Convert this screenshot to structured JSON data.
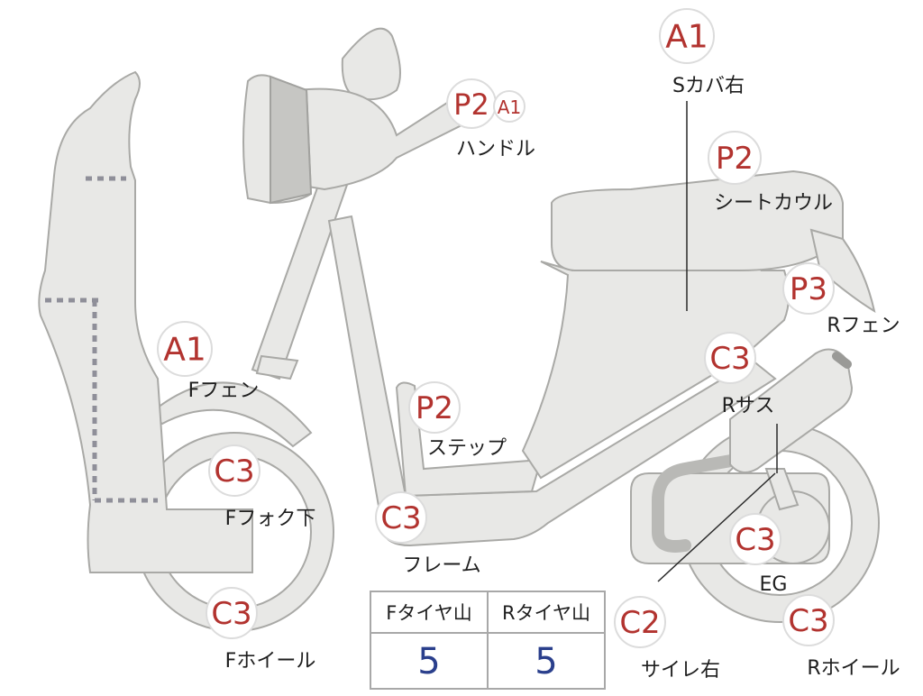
{
  "parts": [
    {
      "id": "s-cover-right",
      "grade": "A1",
      "label": "Sカバ右"
    },
    {
      "id": "handle",
      "grade": "P2",
      "grade2": "A1",
      "label": "ハンドル"
    },
    {
      "id": "seat-cowl",
      "grade": "P2",
      "label": "シートカウル"
    },
    {
      "id": "r-fender",
      "grade": "P3",
      "label": "Rフェン"
    },
    {
      "id": "f-fender",
      "grade": "A1",
      "label": "Fフェン"
    },
    {
      "id": "r-suspension",
      "grade": "C3",
      "label": "Rサス"
    },
    {
      "id": "step",
      "grade": "P2",
      "label": "ステップ"
    },
    {
      "id": "f-fork-lower",
      "grade": "C3",
      "label": "Fフォク下"
    },
    {
      "id": "frame",
      "grade": "C3",
      "label": "フレーム"
    },
    {
      "id": "engine",
      "grade": "C3",
      "label": "EG"
    },
    {
      "id": "f-wheel",
      "grade": "C3",
      "label": "Fホイール"
    },
    {
      "id": "muffler-right",
      "grade": "C2",
      "label": "サイレ右"
    },
    {
      "id": "r-wheel",
      "grade": "C3",
      "label": "Rホイール"
    }
  ],
  "tread_table": {
    "headers": [
      "Fタイヤ山",
      "Rタイヤ山"
    ],
    "values": [
      "5",
      "5"
    ]
  }
}
